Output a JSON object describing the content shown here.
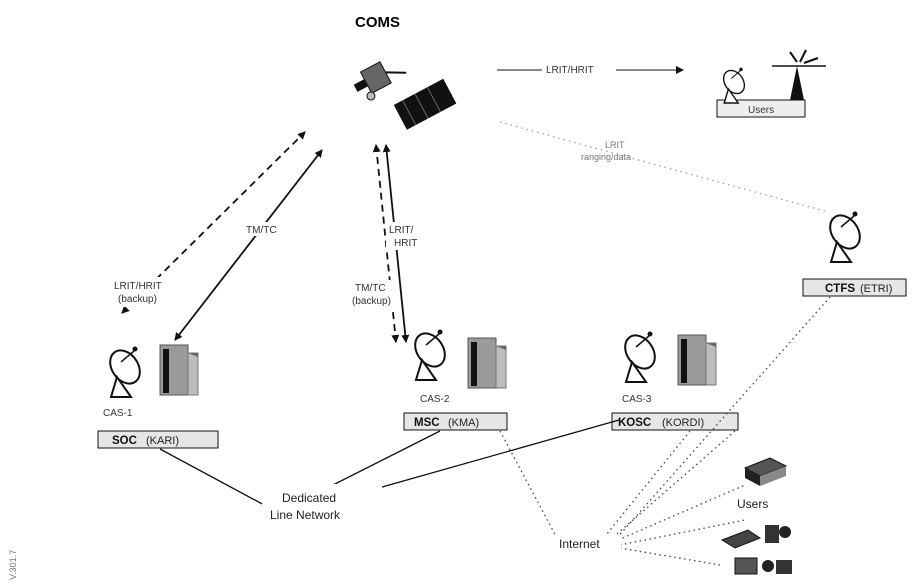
{
  "title": "COMS",
  "ground_labels": {
    "lrit_hrit": "LRIT/HRIT",
    "users_top": "Users",
    "dedicated": "Dedicated",
    "line_network": "Line Network",
    "internet": "Internet",
    "users_right": "Users",
    "side_text": "V.301.7"
  },
  "links": {
    "tm_tc_left": "TM/TC",
    "lrit_hrit_backup_1": "LRIT/HRIT",
    "lrit_hrit_backup_2": "(backup)",
    "lrit_hrit_mid_1": "LRIT/",
    "lrit_hrit_mid_2": "HRIT",
    "tm_tc_backup_1": "TM/TC",
    "tm_tc_backup_2": "(backup)",
    "faint_right_1": "LRIT",
    "faint_right_2": "ranging/data"
  },
  "stations": {
    "soc": {
      "name": "SOC",
      "org": "(KARI)",
      "antenna": "CAS-1"
    },
    "msc": {
      "name": "MSC",
      "org": "(KMA)",
      "antenna": "CAS-2"
    },
    "kosc": {
      "name": "KOSC",
      "org": "(KORDI)",
      "antenna": "CAS-3"
    },
    "ctfs": {
      "name": "CTFS",
      "org": "(ETRI)"
    }
  },
  "colors": {
    "line": "#111111",
    "dotted": "#555555",
    "box": "#e6e6e6",
    "building": "#8a8a8a"
  }
}
